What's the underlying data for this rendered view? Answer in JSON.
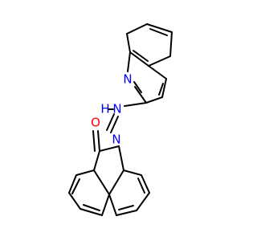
{
  "structure": {
    "bond_color": "#000000",
    "background": "#ffffff",
    "atoms": [
      {
        "id": "quinoline-ring-nitrogen",
        "label": "N",
        "color": "#0000ff"
      },
      {
        "id": "hydrazone-nh-nitrogen",
        "label": "N",
        "color": "#0000ff"
      },
      {
        "id": "hydrazone-nh-hydrogen",
        "label": "H",
        "color": "#0000ff"
      },
      {
        "id": "imine-nitrogen",
        "label": "N",
        "color": "#0000ff"
      },
      {
        "id": "carbonyl-oxygen",
        "label": "O",
        "color": "#ff0000"
      }
    ]
  }
}
